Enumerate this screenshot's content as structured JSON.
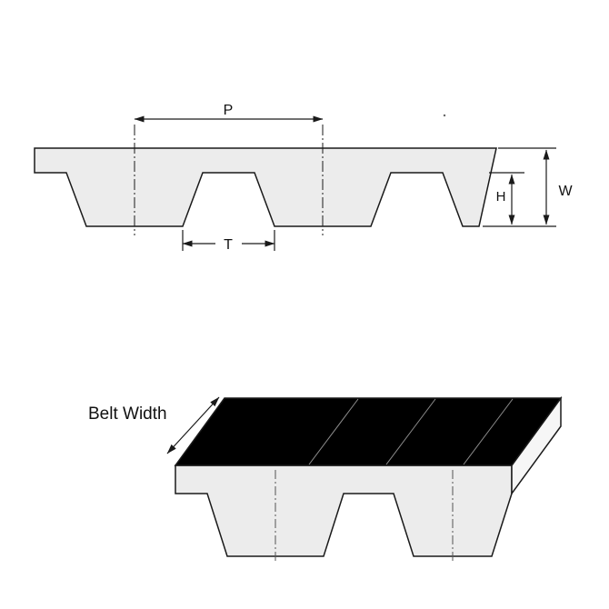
{
  "cross_section": {
    "pitch_label": "P",
    "tooth_label": "T",
    "height_label": "H",
    "thickness_label": "W"
  },
  "iso_view": {
    "belt_width_label": "Belt Width"
  },
  "colors": {
    "line": "#1a1a1a",
    "belt_fill": "#ececec",
    "top_face": "#000000",
    "end_face": "#f6f6f6",
    "background": "#ffffff"
  }
}
